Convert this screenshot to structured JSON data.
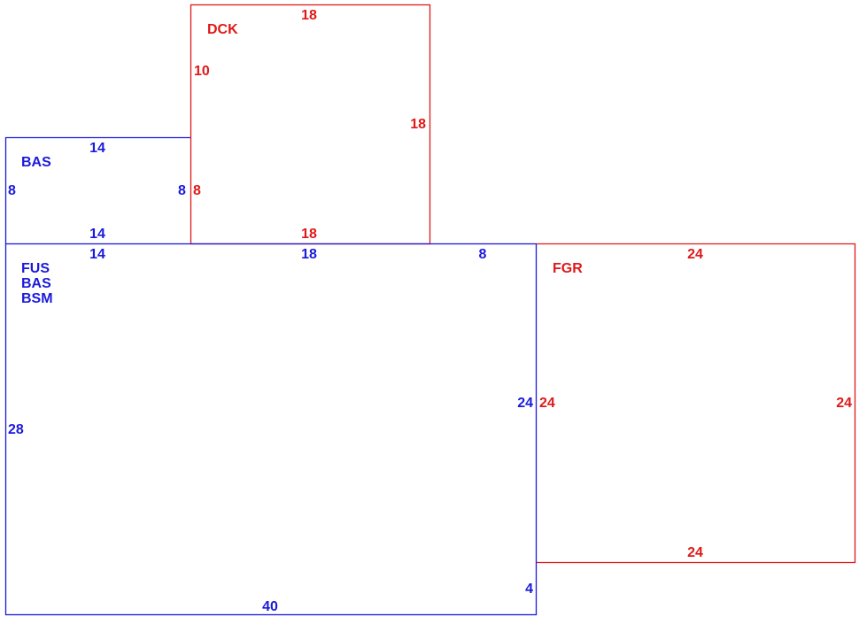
{
  "colors": {
    "primary": "#1a1adc",
    "secondary": "#e01818"
  },
  "areas": {
    "bas_small": {
      "label": "BAS",
      "color": "primary",
      "dims": {
        "top": "14",
        "bottom": "14",
        "left": "8",
        "right": "8"
      }
    },
    "dck": {
      "label": "DCK",
      "color": "secondary",
      "dims": {
        "top": "18",
        "bottom": "18",
        "left_upper": "10",
        "left_lower": "8",
        "right": "18"
      }
    },
    "main": {
      "labels": [
        "FUS",
        "BAS",
        "BSM"
      ],
      "color": "primary",
      "dims": {
        "top_left": "14",
        "top_mid": "18",
        "top_right": "8",
        "left": "28",
        "right": "24",
        "bottom": "40",
        "right_bottom": "4"
      }
    },
    "fgr": {
      "label": "FGR",
      "color": "secondary",
      "dims": {
        "top": "24",
        "bottom": "24",
        "left": "24",
        "right": "24"
      }
    }
  }
}
